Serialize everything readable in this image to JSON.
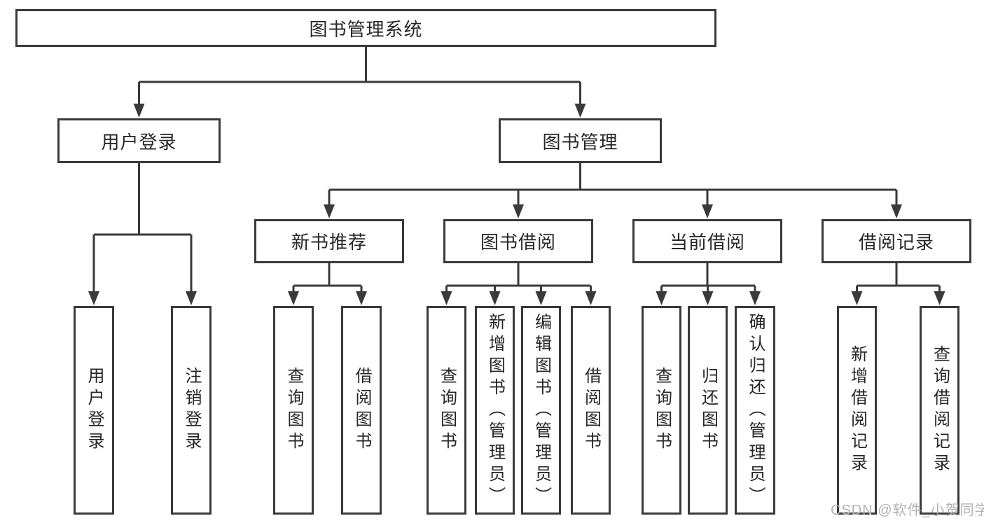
{
  "diagram": {
    "title": "图书管理系统",
    "branches": [
      {
        "label": "用户登录",
        "leaves": [
          "用户登录",
          "注销登录"
        ]
      },
      {
        "label": "图书管理",
        "groups": [
          {
            "label": "新书推荐",
            "leaves": [
              "查询图书",
              "借阅图书"
            ]
          },
          {
            "label": "图书借阅",
            "leaves": [
              "查询图书",
              "新增图书（管理员）",
              "编辑图书（管理员）",
              "借阅图书"
            ]
          },
          {
            "label": "当前借阅",
            "leaves": [
              "查询图书",
              "归还图书",
              "确认归还（管理员）"
            ]
          },
          {
            "label": "借阅记录",
            "leaves": [
              "新增借阅记录",
              "查询借阅记录"
            ]
          }
        ]
      }
    ]
  },
  "watermark": {
    "text": "CSDN @软件_小贺同学"
  },
  "colors": {
    "line": "#3a3a3a",
    "box_border": "#3a3a3a",
    "text": "#262626",
    "watermark": "#b2b2b2",
    "background": "#ffffff"
  }
}
